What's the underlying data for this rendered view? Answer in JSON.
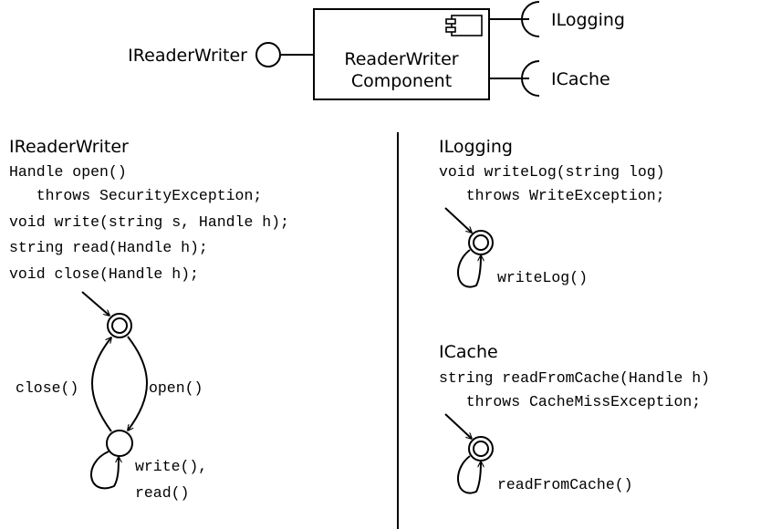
{
  "component": {
    "name_line1": "ReaderWriter",
    "name_line2": "Component",
    "provided_interface": "IReaderWriter",
    "required_interfaces": [
      "ILogging",
      "ICache"
    ]
  },
  "ireaderwriter": {
    "title": "IReaderWriter",
    "code": [
      "Handle open()",
      "   throws SecurityException;",
      "void write(string s, Handle h);",
      "string read(Handle h);",
      "void close(Handle h);"
    ],
    "transitions": {
      "close": "close()",
      "open": "open()",
      "self_line1": "write(),",
      "self_line2": "read()"
    }
  },
  "ilogging": {
    "title": "ILogging",
    "code": [
      "void writeLog(string log)",
      "   throws WriteException;"
    ],
    "self_label": "writeLog()"
  },
  "icache": {
    "title": "ICache",
    "code": [
      "string readFromCache(Handle h)",
      "   throws CacheMissException;"
    ],
    "self_label": "readFromCache()"
  }
}
